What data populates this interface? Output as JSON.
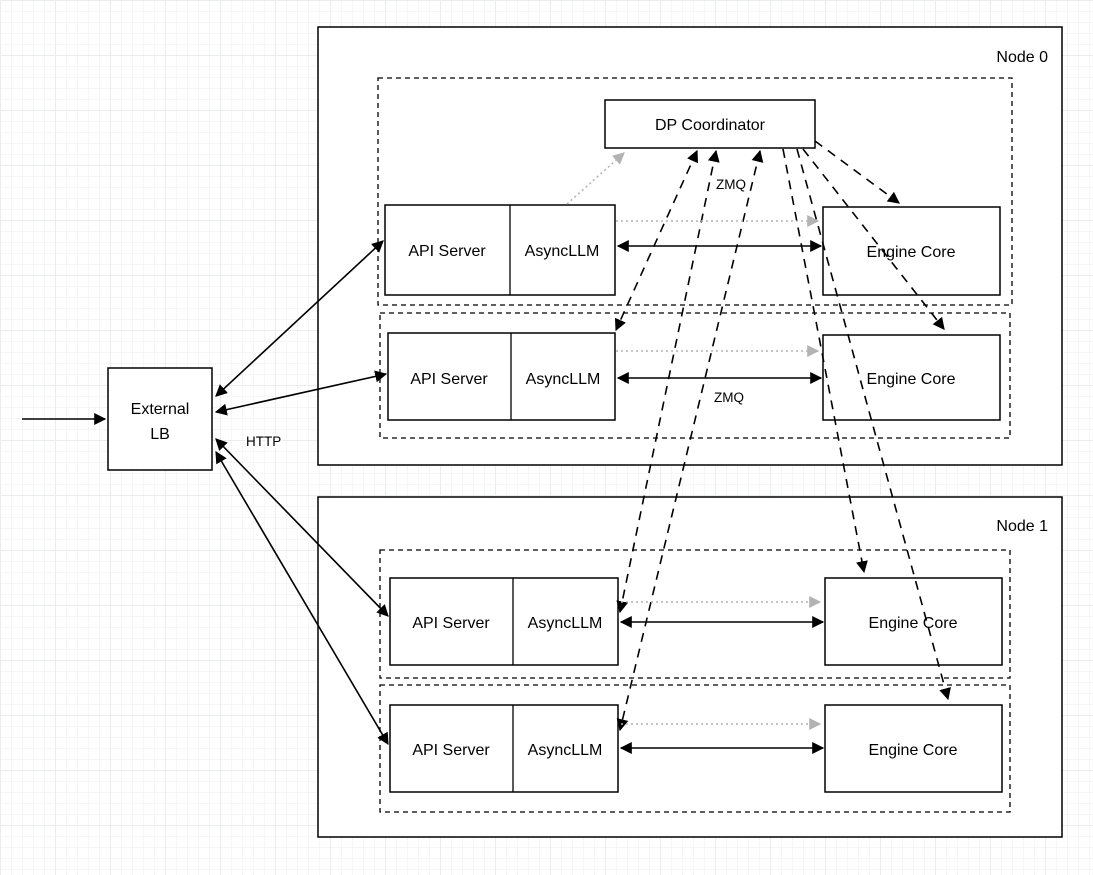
{
  "diagram": {
    "external_lb": {
      "line1": "External",
      "line2": "LB"
    },
    "edge_labels": {
      "http": "HTTP",
      "zmq_coordinator": "ZMQ",
      "zmq_engine": "ZMQ"
    },
    "node0": {
      "title": "Node 0",
      "dp_coordinator": "DP Coordinator",
      "rows": [
        {
          "api_server": "API Server",
          "async_llm": "AsyncLLM",
          "engine_core": "Engine Core"
        },
        {
          "api_server": "API Server",
          "async_llm": "AsyncLLM",
          "engine_core": "Engine Core"
        }
      ]
    },
    "node1": {
      "title": "Node 1",
      "rows": [
        {
          "api_server": "API Server",
          "async_llm": "AsyncLLM",
          "engine_core": "Engine Core"
        },
        {
          "api_server": "API Server",
          "async_llm": "AsyncLLM",
          "engine_core": "Engine Core"
        }
      ]
    },
    "colors": {
      "stroke": "#000000",
      "muted_arrow": "#b3b3b3",
      "canvas": "#ffffff",
      "grid": "#f2f2f2"
    }
  }
}
